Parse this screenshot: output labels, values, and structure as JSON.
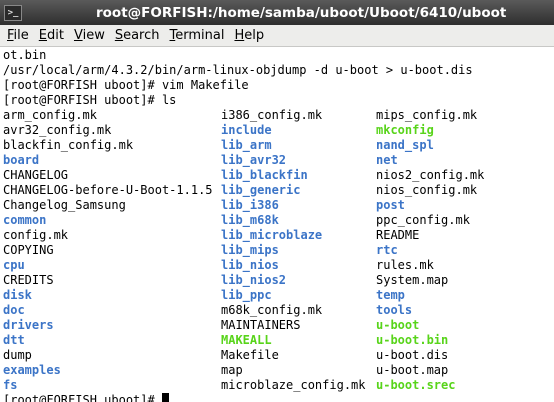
{
  "window": {
    "title": "root@FORFISH:/home/samba/uboot/Uboot/6410/uboot",
    "icon": "terminal-icon"
  },
  "menubar": {
    "items": [
      {
        "key": "F",
        "rest": "ile"
      },
      {
        "key": "E",
        "rest": "dit"
      },
      {
        "key": "V",
        "rest": "iew"
      },
      {
        "key": "S",
        "rest": "earch"
      },
      {
        "key": "T",
        "rest": "erminal"
      },
      {
        "key": "H",
        "rest": "elp"
      }
    ]
  },
  "terminal": {
    "lines_before": [
      "ot.bin",
      "/usr/local/arm/4.3.2/bin/arm-linux-objdump -d u-boot > u-boot.dis",
      "[root@FORFISH uboot]# vim Makefile",
      "[root@FORFISH uboot]# ls"
    ],
    "colors": {
      "file": "#000000",
      "directory": "#3b74c7",
      "executable": "#58d41a"
    },
    "ls_columns": [
      [
        {
          "name": "arm_config.mk",
          "type": "file"
        },
        {
          "name": "avr32_config.mk",
          "type": "file"
        },
        {
          "name": "blackfin_config.mk",
          "type": "file"
        },
        {
          "name": "board",
          "type": "dir"
        },
        {
          "name": "CHANGELOG",
          "type": "file"
        },
        {
          "name": "CHANGELOG-before-U-Boot-1.1.5",
          "type": "file"
        },
        {
          "name": "Changelog_Samsung",
          "type": "file"
        },
        {
          "name": "common",
          "type": "dir"
        },
        {
          "name": "config.mk",
          "type": "file"
        },
        {
          "name": "COPYING",
          "type": "file"
        },
        {
          "name": "cpu",
          "type": "dir"
        },
        {
          "name": "CREDITS",
          "type": "file"
        },
        {
          "name": "disk",
          "type": "dir"
        },
        {
          "name": "doc",
          "type": "dir"
        },
        {
          "name": "drivers",
          "type": "dir"
        },
        {
          "name": "dtt",
          "type": "dir"
        },
        {
          "name": "dump",
          "type": "file"
        },
        {
          "name": "examples",
          "type": "dir"
        },
        {
          "name": "fs",
          "type": "dir"
        }
      ],
      [
        {
          "name": "i386_config.mk",
          "type": "file"
        },
        {
          "name": "include",
          "type": "dir"
        },
        {
          "name": "lib_arm",
          "type": "dir"
        },
        {
          "name": "lib_avr32",
          "type": "dir"
        },
        {
          "name": "lib_blackfin",
          "type": "dir"
        },
        {
          "name": "lib_generic",
          "type": "dir"
        },
        {
          "name": "lib_i386",
          "type": "dir"
        },
        {
          "name": "lib_m68k",
          "type": "dir"
        },
        {
          "name": "lib_microblaze",
          "type": "dir"
        },
        {
          "name": "lib_mips",
          "type": "dir"
        },
        {
          "name": "lib_nios",
          "type": "dir"
        },
        {
          "name": "lib_nios2",
          "type": "dir"
        },
        {
          "name": "lib_ppc",
          "type": "dir"
        },
        {
          "name": "m68k_config.mk",
          "type": "file"
        },
        {
          "name": "MAINTAINERS",
          "type": "file"
        },
        {
          "name": "MAKEALL",
          "type": "exec"
        },
        {
          "name": "Makefile",
          "type": "file"
        },
        {
          "name": "map",
          "type": "file"
        },
        {
          "name": "microblaze_config.mk",
          "type": "file"
        }
      ],
      [
        {
          "name": "mips_config.mk",
          "type": "file"
        },
        {
          "name": "mkconfig",
          "type": "exec"
        },
        {
          "name": "nand_spl",
          "type": "dir"
        },
        {
          "name": "net",
          "type": "dir"
        },
        {
          "name": "nios2_config.mk",
          "type": "file"
        },
        {
          "name": "nios_config.mk",
          "type": "file"
        },
        {
          "name": "post",
          "type": "dir"
        },
        {
          "name": "ppc_config.mk",
          "type": "file"
        },
        {
          "name": "README",
          "type": "file"
        },
        {
          "name": "rtc",
          "type": "dir"
        },
        {
          "name": "rules.mk",
          "type": "file"
        },
        {
          "name": "System.map",
          "type": "file"
        },
        {
          "name": "temp",
          "type": "dir"
        },
        {
          "name": "tools",
          "type": "dir"
        },
        {
          "name": "u-boot",
          "type": "exec"
        },
        {
          "name": "u-boot.bin",
          "type": "exec"
        },
        {
          "name": "u-boot.dis",
          "type": "file"
        },
        {
          "name": "u-boot.map",
          "type": "file"
        },
        {
          "name": "u-boot.srec",
          "type": "exec"
        }
      ]
    ],
    "prompt": "[root@FORFISH uboot]# "
  }
}
